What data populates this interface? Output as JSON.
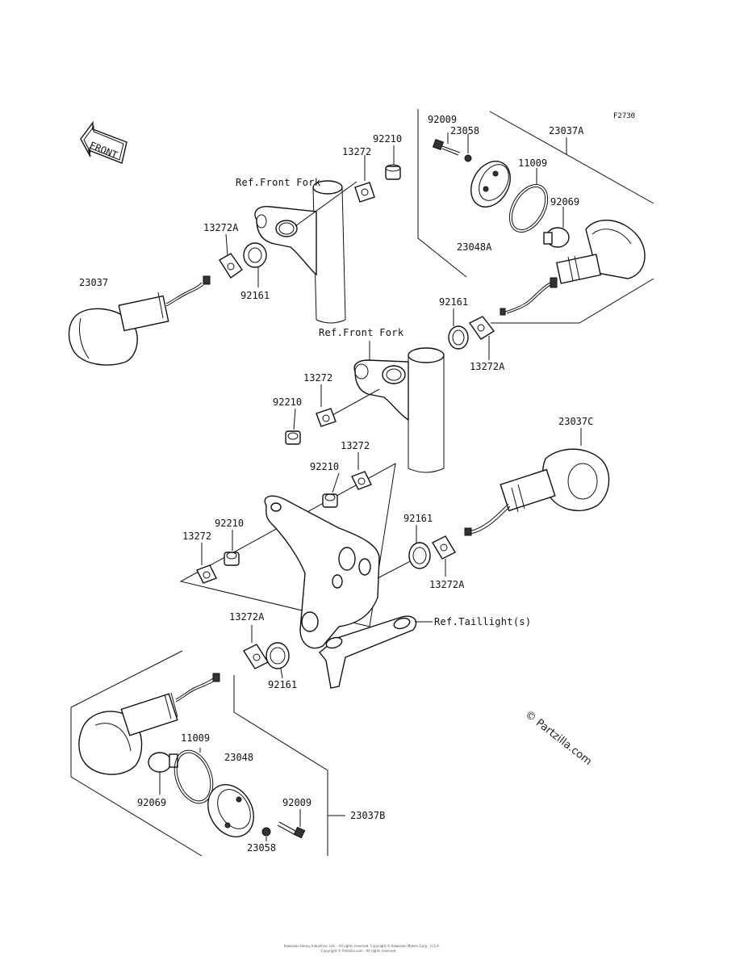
{
  "diagram": {
    "code": "F2730",
    "front_label": "FRONT",
    "watermark": "© Partzilla.com",
    "footer_line1": "Kawasaki Heavy Industries, Ltd. - All rights reserved. Copyright © Kawasaki Motors Corp., U.S.A.",
    "footer_line2": "Copyright © Partzilla.com - All rights reserved."
  },
  "refs": {
    "front_fork_top": "Ref.Front Fork",
    "front_fork_mid": "Ref.Front Fork",
    "taillight": "Ref.Taillight(s)"
  },
  "labels": {
    "p92009_top": "92009",
    "p23058_top": "23058",
    "p23037A": "23037A",
    "p11009_top": "11009",
    "p92069_top": "92069",
    "p23048A": "23048A",
    "p92210_a": "92210",
    "p13272_a": "13272",
    "p13272A_a": "13272A",
    "p23037": "23037",
    "p92161_a": "92161",
    "p92161_b": "92161",
    "p13272A_b": "13272A",
    "p13272_b": "13272",
    "p92210_b": "92210",
    "p13272_c": "13272",
    "p92210_c": "92210",
    "p23037C": "23037C",
    "p92210_d": "92210",
    "p13272_d": "13272",
    "p92161_c": "92161",
    "p13272A_c": "13272A",
    "p13272A_d": "13272A",
    "p92161_d": "92161",
    "p11009_bot": "11009",
    "p23048": "23048",
    "p92069_bot": "92069",
    "p92009_bot": "92009",
    "p23037B": "23037B",
    "p23058_bot": "23058"
  }
}
